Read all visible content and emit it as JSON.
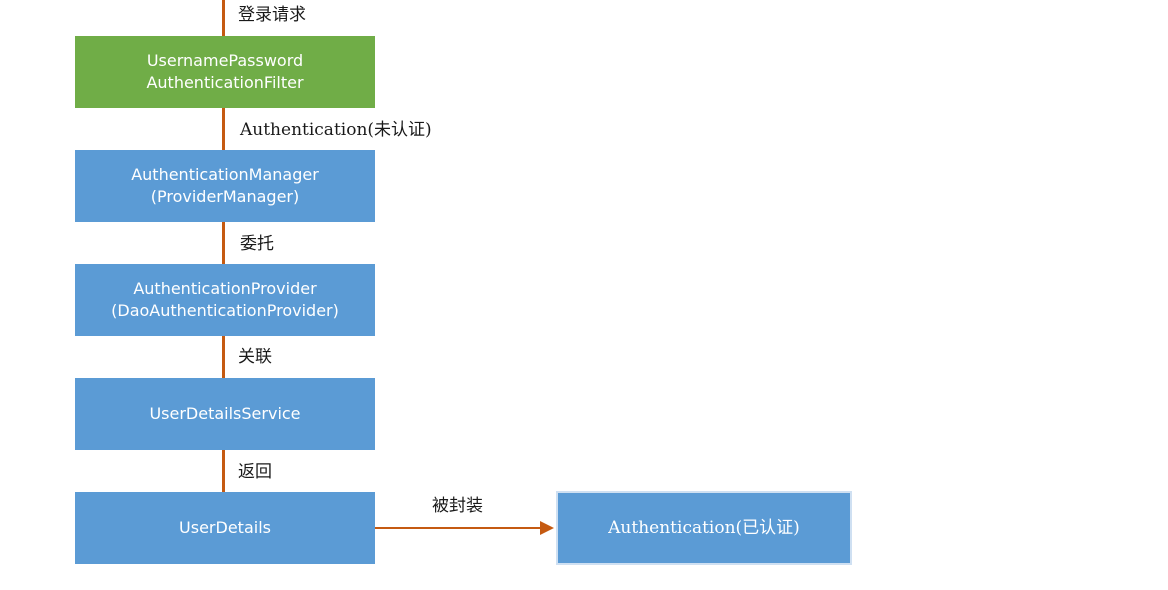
{
  "nodes": {
    "filter": "UsernamePassword\nAuthenticationFilter",
    "manager": "AuthenticationManager\n(ProviderManager)",
    "provider": "AuthenticationProvider\n(DaoAuthenticationProvider)",
    "service": "UserDetailsService",
    "details": "UserDetails",
    "authenticated": "Authentication(已认证)"
  },
  "edges": {
    "login": "登录请求",
    "unauthenticated": "Authentication(未认证)",
    "delegate": "委托",
    "associate": "关联",
    "returns": "返回",
    "wrapped": "被封装"
  },
  "colors": {
    "filter_box": "#70ad47",
    "flow_box": "#5b9bd5",
    "connector": "#c55a11"
  }
}
